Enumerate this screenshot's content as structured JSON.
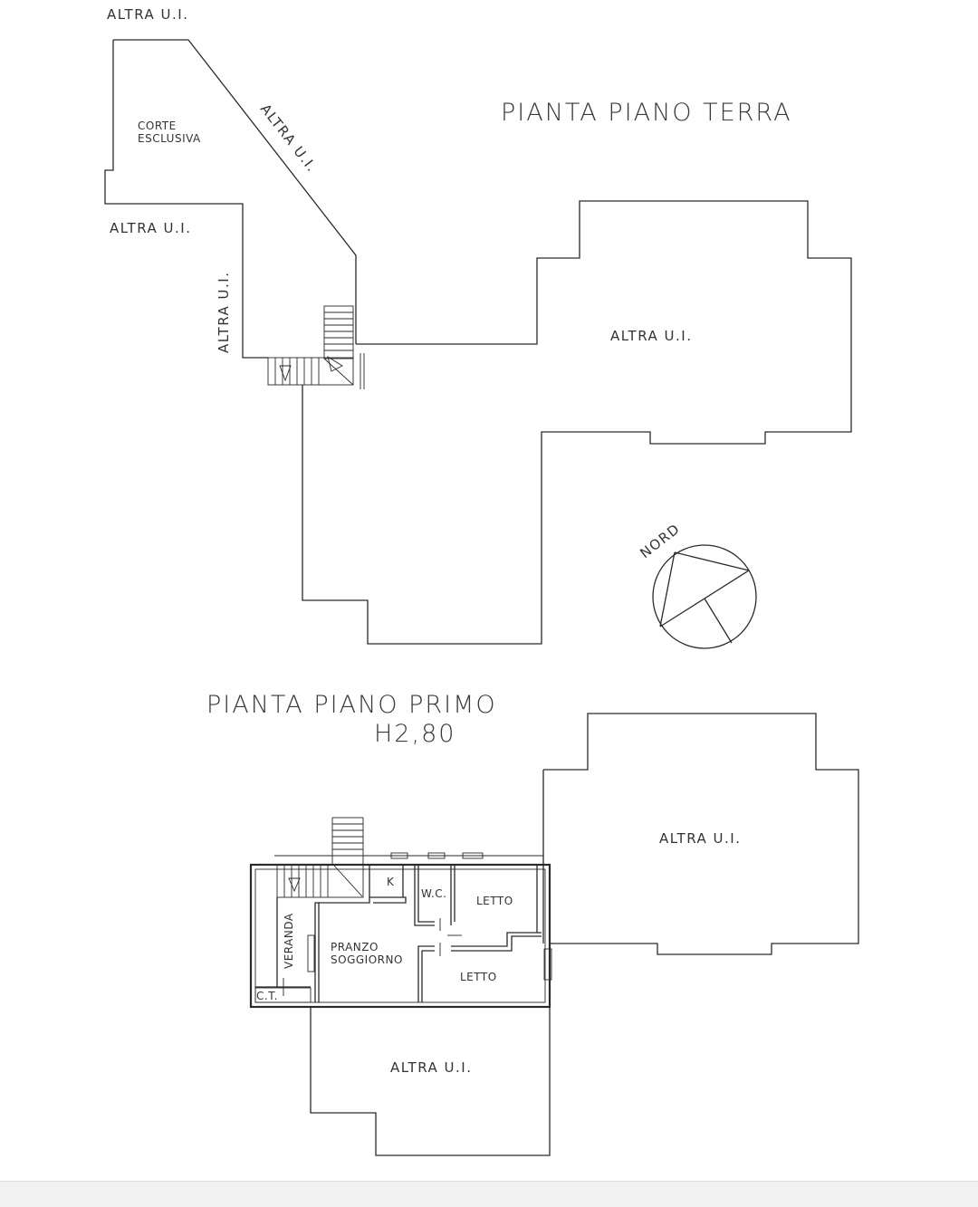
{
  "titles": {
    "ground_floor": "PIANTA  PIANO  TERRA",
    "first_floor": "PIANTA  PIANO  PRIMO",
    "first_floor_height": "H2,80"
  },
  "ground_floor_labels": {
    "altra_top": "ALTRA  U.I.",
    "corte_line1": "CORTE",
    "corte_line2": "ESCLUSIVA",
    "altra_diagonal": "ALTRA  U.I.",
    "altra_left": "ALTRA  U.I.",
    "altra_vertical": "ALTRA  U.I.",
    "altra_right": "ALTRA  U.I."
  },
  "compass": {
    "label": "NORD"
  },
  "first_floor_labels": {
    "altra_right": "ALTRA  U.I.",
    "altra_bottom": "ALTRA  U.I.",
    "veranda": "VERANDA",
    "kitchen": "K",
    "wc": "W.C.",
    "letto_top": "LETTO",
    "letto_bottom": "LETTO",
    "pranzo_line1": "PRANZO",
    "pranzo_line2": "SOGGIORNO",
    "ct": "C.T."
  }
}
